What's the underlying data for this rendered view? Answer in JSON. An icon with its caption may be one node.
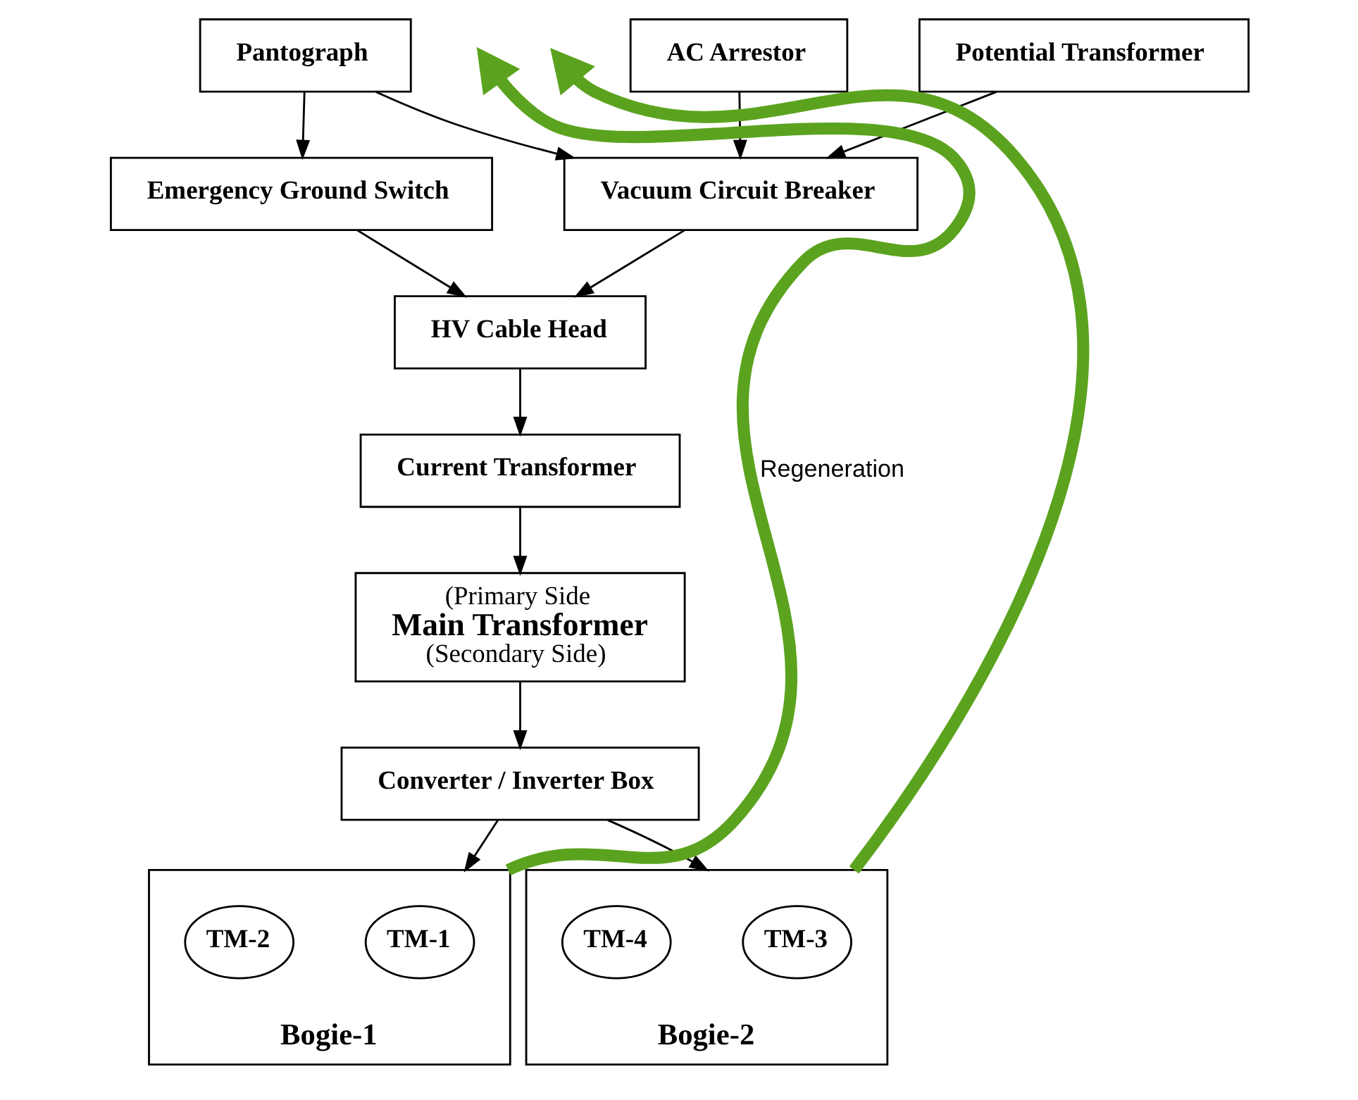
{
  "diagram": {
    "nodes": [
      {
        "text": [
          "Pantograph"
        ]
      },
      {
        "text": [
          "AC Arrestor"
        ]
      },
      {
        "text": [
          "Potential Transformer"
        ]
      },
      {
        "text": [
          "Emergency Ground Switch"
        ]
      },
      {
        "text": [
          "Vacuum Circuit Breaker"
        ]
      },
      {
        "text": [
          "HV Cable Head"
        ]
      },
      {
        "text": [
          "Current Transformer"
        ]
      },
      {
        "text": [
          "(Primary Side",
          "Main Transformer",
          "(Secondary Side)"
        ]
      },
      {
        "text": [
          "Converter / Inverter Box"
        ]
      },
      {
        "text": [
          "Bogie-1"
        ]
      },
      {
        "text": [
          "TM-1"
        ],
        "in": 9
      },
      {
        "text": [
          "TM-2"
        ],
        "in": 9
      },
      {
        "text": [
          "Bogie-2"
        ]
      },
      {
        "text": [
          "TM-3"
        ],
        "in": 12
      },
      {
        "text": [
          "TM-4"
        ],
        "in": 12
      }
    ],
    "edges": [
      {
        "from": 0,
        "to": 4,
        "arrow": "to"
      },
      {
        "from": 1,
        "to": 4,
        "arrow": "to"
      },
      {
        "from": 2,
        "to": 4,
        "arrow": "to"
      },
      {
        "from": 0,
        "to": 3,
        "arrow": "to"
      },
      {
        "from": 3,
        "to": 5,
        "arrow": "to"
      },
      {
        "from": 4,
        "to": 5,
        "arrow": "to"
      },
      {
        "from": 5,
        "to": 6,
        "arrow": "to"
      },
      {
        "from": 6,
        "to": 7,
        "arrow": "to"
      },
      {
        "from": 7,
        "to": 8,
        "arrow": "to"
      },
      {
        "from": 8,
        "to": 9,
        "arrow": "to"
      },
      {
        "from": 8,
        "to": 12,
        "arrow": "to"
      },
      {
        "from": 9,
        "to": null,
        "arrow": "to",
        "label": "Regeneration",
        "style": "thick",
        "color": "#5ba31f"
      },
      {
        "from": 12,
        "to": null,
        "arrow": "to",
        "style": "thick",
        "color": "#5ba31f"
      }
    ]
  }
}
